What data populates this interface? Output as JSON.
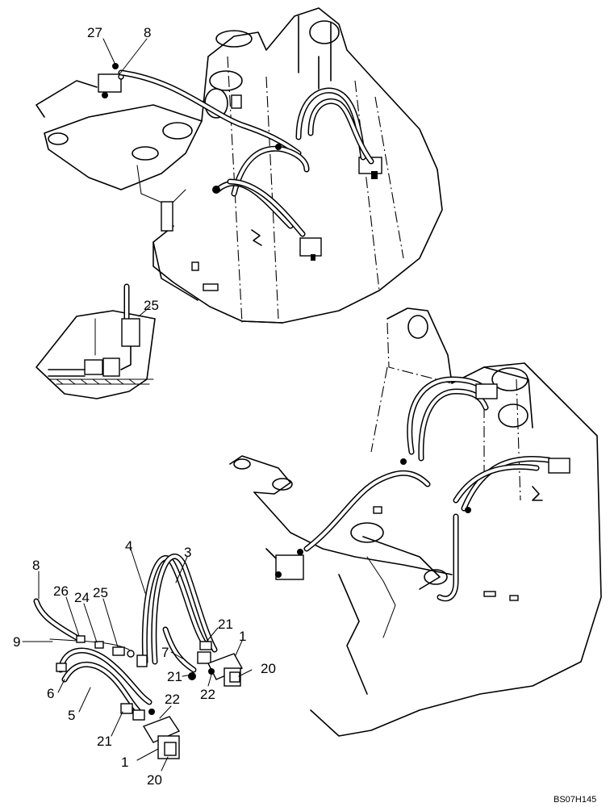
{
  "diagram_ref": "BS07H145",
  "callouts": {
    "c27": "27",
    "c8_top": "8",
    "c25_inset": "25",
    "c4": "4",
    "c3": "3",
    "c21_a": "21",
    "c1_right": "1",
    "c8_left": "8",
    "c26": "26",
    "c24": "24",
    "c25": "25",
    "c9": "9",
    "c7": "7",
    "c21_b": "21",
    "c22_a": "22",
    "c20_right": "20",
    "c6": "6",
    "c5": "5",
    "c22_b": "22",
    "c21_c": "21",
    "c1_left": "1",
    "c20_left": "20"
  }
}
